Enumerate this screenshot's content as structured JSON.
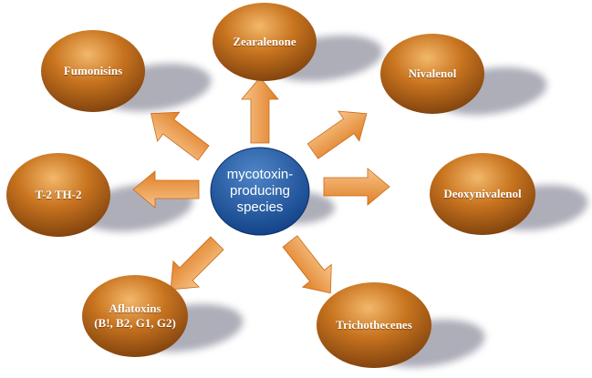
{
  "center": {
    "label": "mycotoxin-\nproducing\nspecies"
  },
  "nodes": {
    "zearalenone": "Zearalenone",
    "fumonisins": "Fumonisins",
    "nivalenol": "Nivalenol",
    "t2": "T-2 TH-2",
    "deoxynivalenol": "Deoxynivalenol",
    "aflatoxins": "Aflatoxins\n(B!, B2, G1, G2)",
    "trichothecenes": "Trichothecenes"
  },
  "colors": {
    "bubble_light": "#f3b86b",
    "bubble_mid": "#c8741f",
    "bubble_dark": "#7a3e0c",
    "center_light": "#4f86c8",
    "center_dark": "#0f3f86",
    "arrow_light": "#f7c48a",
    "arrow_dark": "#e07f25",
    "shadow": "#9a9aa8"
  }
}
